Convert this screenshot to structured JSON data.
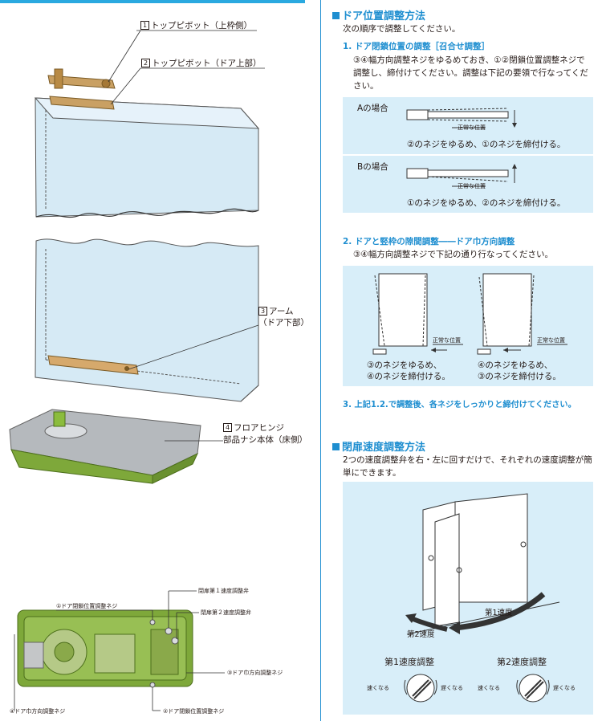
{
  "left": {
    "callouts": {
      "c1": {
        "num": "1",
        "text": "トップピボット（上枠側）"
      },
      "c2": {
        "num": "2",
        "text": "トップピボット（ドア上部）"
      },
      "c3": {
        "num": "3",
        "line1": "アーム",
        "line2": "（ドア下部）"
      },
      "c4": {
        "num": "4",
        "line1": "フロアヒンジ",
        "line2": "部品ナシ本体（床側）"
      }
    },
    "detail_labels": {
      "speed1": "閉扉第１速度調整弁",
      "adj1": "①ドア閉鎖位置調整ネジ",
      "speed2": "閉扉第２速度調整弁",
      "adj3": "③ドア巾方向調整ネジ",
      "adj4": "④ドア巾方向調整ネジ",
      "adj2": "②ドア閉鎖位置調整ネジ"
    }
  },
  "door_position": {
    "title": "ドア位置調整方法",
    "intro": "次の順序で調整してください。",
    "step1": {
      "title": "1. ドア閉鎖位置の調整［召合せ調整］",
      "text": "③④幅方向調整ネジをゆるめておき、①②閉鎖位置調整ネジで調整し、締付けてください。調整は下記の要領で行なってください。"
    },
    "case_a": {
      "label": "Aの場合",
      "normal": "正常な位置",
      "caption": "②のネジをゆるめ、①のネジを締付ける。"
    },
    "case_b": {
      "label": "Bの場合",
      "normal": "正常な位置",
      "caption": "①のネジをゆるめ、②のネジを締付ける。"
    },
    "step2": {
      "title": "2. ドアと竪枠の隙間調整――ドア巾方向調整",
      "text": "③④幅方向調整ネジで下記の通り行なってください。"
    },
    "step2_left": {
      "normal": "正常な位置",
      "line1": "③のネジをゆるめ、",
      "line2": "④のネジを締付ける。"
    },
    "step2_right": {
      "normal": "正常な位置",
      "line1": "④のネジをゆるめ、",
      "line2": "③のネジを締付ける。"
    },
    "step3": "3. 上記1.2.で調整後、各ネジをしっかりと締付けてください。"
  },
  "closing_speed": {
    "title": "閉扉速度調整方法",
    "text": "2つの速度調整弁を右・左に回すだけで、それぞれの速度調整が簡単にできます。",
    "speed1": "第1速度",
    "speed2": "第2速度",
    "dial1": {
      "title": "第1速度調整",
      "slow_left": "速くなる",
      "slow_right": "遅くなる"
    },
    "dial2": {
      "title": "第2速度調整",
      "slow_left": "速くなる",
      "slow_right": "遅くなる"
    }
  },
  "colors": {
    "accent": "#1e8ed0",
    "panel": "#d8eef9",
    "glass": "#d6eaf5",
    "green": "#7ea83a",
    "brass": "#c9a063"
  }
}
